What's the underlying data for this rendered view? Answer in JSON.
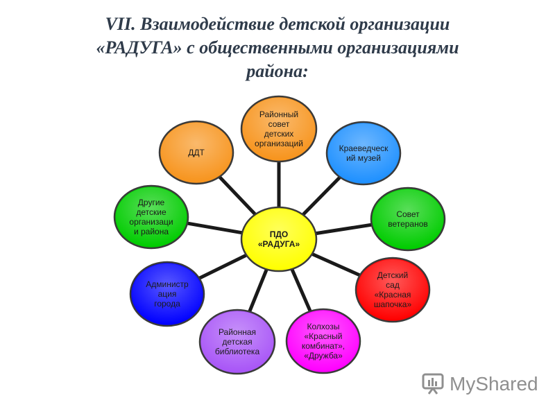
{
  "title": {
    "line1": "VII. Взаимодействие детской организации",
    "line2": "«РАДУГА» с общественными организациями",
    "line3": "района:"
  },
  "center": {
    "label": "ПДО\n«РАДУГА»",
    "color": "#ffff00"
  },
  "nodes": [
    {
      "id": "district-council",
      "label": "Районный\nсовет\nдетских\nорганизаций",
      "color": "#f7941d"
    },
    {
      "id": "local-museum",
      "label": "Краеведческ\nий музей",
      "color": "#1e90ff"
    },
    {
      "id": "veterans-council",
      "label": "Совет\nветеранов",
      "color": "#00cc00"
    },
    {
      "id": "kindergarten",
      "label": "Детский\nсад\n«Красная\nшапочка»",
      "color": "#ff0000"
    },
    {
      "id": "collective-farms",
      "label": "Колхозы\n«Красный\nкомбинат»,\n«Дружба»",
      "color": "#ff00ff"
    },
    {
      "id": "district-library",
      "label": "Районная\nдетская\nбиблиотека",
      "color": "#a855f7"
    },
    {
      "id": "city-administration",
      "label": "Администр\nация\nгорода",
      "color": "#0000ff"
    },
    {
      "id": "other-orgs",
      "label": "Другие\nдетские\nорганизаци\nи района",
      "color": "#00cc00"
    },
    {
      "id": "ddt",
      "label": "ДДТ",
      "color": "#f7941d"
    }
  ],
  "logo": {
    "text": "MyShared",
    "icon": "myshared-logo-icon"
  }
}
